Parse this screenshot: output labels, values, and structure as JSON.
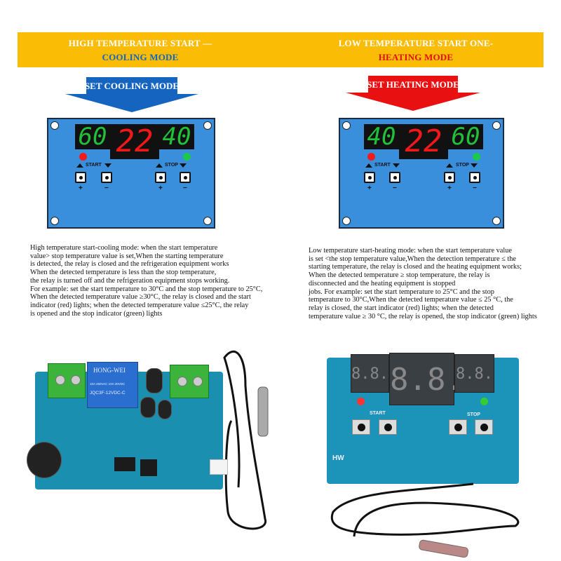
{
  "banner": {
    "left": {
      "line1": "HIGH TEMPERATURE START —",
      "line2": "COOLING MODE"
    },
    "right": {
      "line1": "LOW TEMPERATURE START ONE-",
      "line2": "HEATING MODE"
    }
  },
  "arrows": {
    "cooling": "SET COOLING MODE",
    "heating": "SET HEATING MODE"
  },
  "colors": {
    "banner": "#fbbc05",
    "cooling": "#1565c0",
    "heating": "#e01010",
    "board": "#3a8fdc"
  },
  "boards": {
    "cooling": {
      "start_display": "60",
      "current_display": "22",
      "stop_display": "40",
      "start_label": "START",
      "stop_label": "STOP",
      "plus": "+",
      "minus": "−"
    },
    "heating": {
      "start_display": "40",
      "current_display": "22",
      "stop_display": "60",
      "start_label": "START",
      "stop_label": "STOP",
      "plus": "+",
      "minus": "−"
    }
  },
  "descriptions": {
    "cooling": [
      "High temperature start-cooling mode: when the start temperature",
      " value> stop temperature value is set,When the starting temperature",
      "is detected, the relay is closed and the refrigeration equipment works",
      "When the detected temperature is less than the stop temperature,",
      "the relay is turned off and the refrigeration equipment stops working.",
      "For example: set the start temperature to 30°C and the stop temperature to 25°C,",
      "When the detected temperature value ≥30°C, the relay is closed and the start",
      " indicator (red) lights; when the detected temperature value ≤25°C, the relay",
      "is opened and the stop indicator (green) lights"
    ],
    "heating": [
      "Low temperature start-heating mode: when the start temperature value",
      " is set <the stop temperature value,When the detection temperature ≤ the",
      " starting temperature, the relay is closed and the heating equipment works;",
      "When the detected temperature ≥ stop temperature, the relay is",
      "disconnected and the heating equipment is stopped",
      "jobs. For example: set the start temperature to 25°C and the stop",
      " temperature to 30°C,When the detected temperature value ≤ 25 °C, the",
      " relay is closed, the start indicator (red) lights; when the detected",
      " temperature value ≥ 30 °C, the relay is opened, the stop indicator (green) lights"
    ]
  },
  "photos": {
    "back": {
      "relay_brand": "HONG-WEI",
      "relay_model": "JQC3F-12VDC-C",
      "relay_rating": "10A 250VAC 10A 30VDC"
    },
    "front": {
      "brand_mark": "HW",
      "start_label": "START",
      "stop_label": "STOP",
      "display_small": "8.8.",
      "display_large": "8.8."
    }
  }
}
